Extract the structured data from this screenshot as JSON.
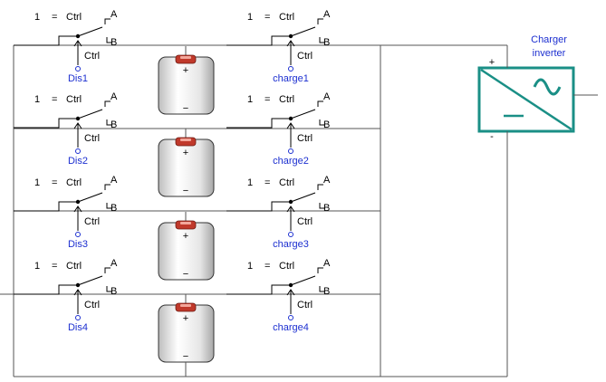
{
  "switch_labels": {
    "one": "1",
    "equals": "=",
    "ctrl": "Ctrl",
    "a": "A",
    "b": "B",
    "ctrl_input": "Ctrl"
  },
  "discharge_labels": [
    "Dis1",
    "Dis2",
    "Dis3",
    "Dis4"
  ],
  "charge_labels": [
    "charge1",
    "charge2",
    "charge3",
    "charge4"
  ],
  "battery": {
    "plus": "+",
    "minus": "−"
  },
  "inverter": {
    "title_line1": "Charger",
    "title_line2": "inverter",
    "plus": "+",
    "minus": "-"
  },
  "colors": {
    "label_blue": "#1c2fd0",
    "inverter_teal": "#1a8f86",
    "battery_cap_red": "#c0392b"
  }
}
